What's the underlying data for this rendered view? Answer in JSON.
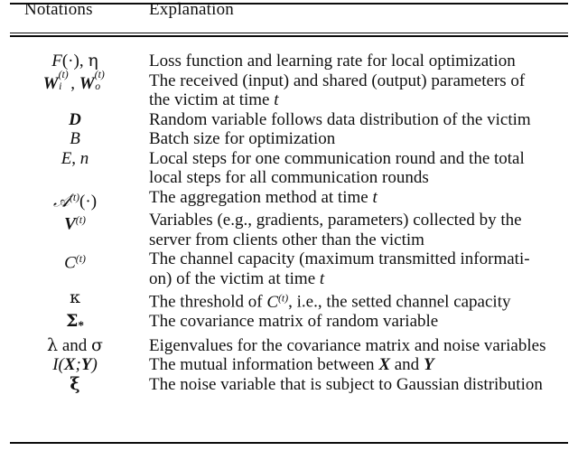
{
  "table": {
    "headers": {
      "notations": "Notations",
      "explanation": "Explanation"
    },
    "rows": [
      {
        "notation_text": "F(·), η",
        "explanation_text": "Loss function and learning rate for local optimization"
      },
      {
        "notation_text": "W_i^(t), W_o^(t)",
        "explanation_text": "The received (input) and shared (output) parameters of the victim at time t"
      },
      {
        "notation_text": "D",
        "explanation_text": "Random variable follows data distribution of the victim"
      },
      {
        "notation_text": "B",
        "explanation_text": "Batch size for optimization"
      },
      {
        "notation_text": "E, n",
        "explanation_text": "Local steps for one communication round and the total local steps for all communication rounds"
      },
      {
        "notation_text": "𝒜^(t)(·)",
        "explanation_text": "The aggregation method at time t"
      },
      {
        "notation_text": "V^(t)",
        "explanation_text": "Variables (e.g., gradients, parameters) collected by the server from clients other than the victim"
      },
      {
        "notation_text": "C^(t)",
        "explanation_text": "The channel capacity (maximum transmitted informati-on) of the victim at time t"
      },
      {
        "notation_text": "κ",
        "explanation_text": "The threshold of C^(t), i.e., the setted channel capacity"
      },
      {
        "notation_text": "Σ_*",
        "explanation_text": "The covariance matrix of random variable"
      },
      {
        "notation_text": "λ and σ",
        "explanation_text": "Eigenvalues for the covariance matrix and noise variables"
      },
      {
        "notation_text": "I(X;Y)",
        "explanation_text": "The mutual information between X and Y"
      },
      {
        "notation_text": "ξ",
        "explanation_text": "The noise variable that is subject to Gaussian distribution"
      }
    ],
    "row_line_fragments": {
      "r1_l1": "Loss function and learning rate for local optimization",
      "r2_l1": "The received (input) and shared (output) parameters of",
      "r2_l2_pre": "the victim at time ",
      "r2_l2_var": "t",
      "r3_l1": "Random variable follows data distribution of the victim",
      "r4_l1": "Batch size for optimization",
      "r5_l1": "Local steps for one communication round and the total",
      "r5_l2": "local steps for all communication rounds",
      "r6_l1_pre": "The aggregation method at time ",
      "r6_l1_var": "t",
      "r7_l1": "Variables (e.g., gradients, parameters) collected by the",
      "r7_l2": "server from clients other than the victim",
      "r8_l1": "The channel capacity (maximum transmitted informati-",
      "r8_l2_pre": "on) of the victim at time ",
      "r8_l2_var": "t",
      "r9_pre": "The threshold of ",
      "r9_post": ", i.e., the setted channel capacity",
      "r10_l1": "The covariance matrix of random variable",
      "r11_l1": "Eigenvalues for the covariance matrix and noise variables",
      "r12_pre": "The mutual information between ",
      "r12_mid": " and ",
      "r12_x": "X",
      "r12_y": "Y",
      "r13_l1": "The noise variable that is subject to Gaussian distribution"
    },
    "symbols": {
      "F": "F",
      "dot_arg": "(·)",
      "comma": ",",
      "eta": "η",
      "W": "W",
      "sup_t": "(t)",
      "sub_i": "i",
      "sub_o": "o",
      "D": "D",
      "B": "B",
      "E": "E",
      "n": "n",
      "script_A": "𝒜",
      "V": "V",
      "C": "C",
      "kappa": "κ",
      "Sigma": "Σ",
      "star": "*",
      "lambda": "λ",
      "and": "and",
      "sigma": "σ",
      "I": "I",
      "paren_open": "(",
      "paren_close": ")",
      "semicolon": ";",
      "X": "X",
      "Y": "Y",
      "xi": "ξ",
      "t": "t"
    },
    "colors": {
      "rule": "#0c0c0c",
      "text": "#111111",
      "background": "#ffffff"
    }
  }
}
